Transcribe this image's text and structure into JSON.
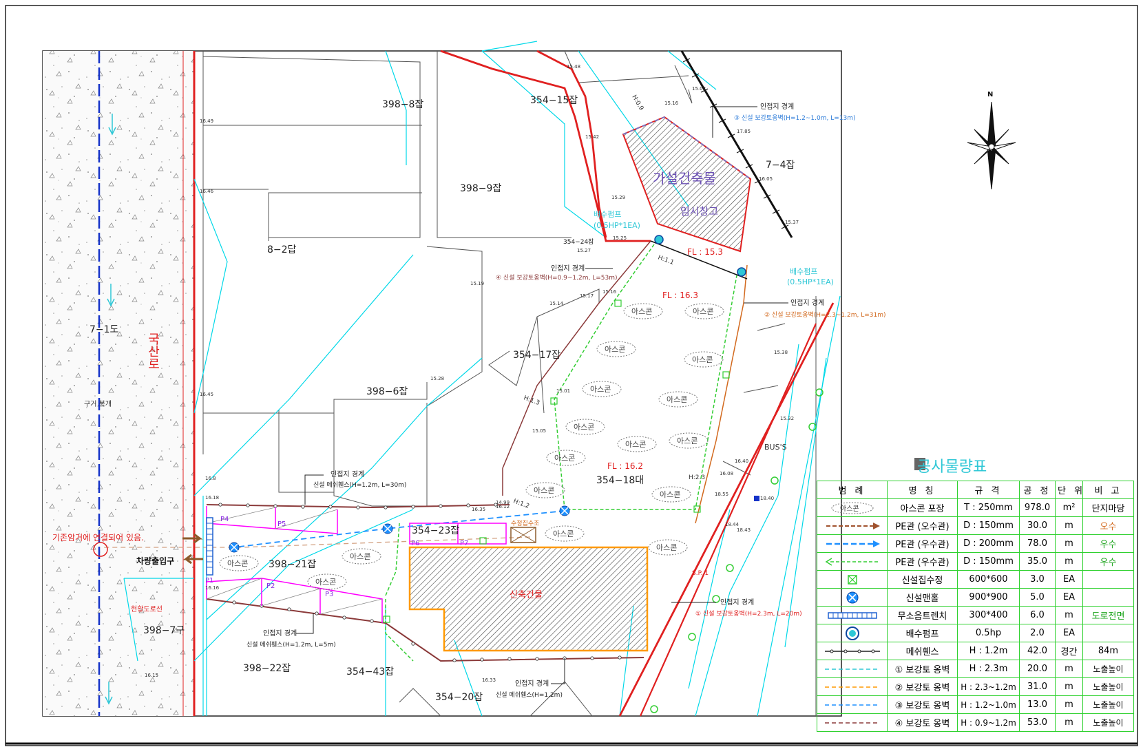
{
  "parcels": {
    "p398_8": "398−8잡",
    "p354_15": "354−15잡",
    "p398_9": "398−9잡",
    "p8_2": "8−2답",
    "p7_4": "7−4잡",
    "p354_24": "354−24잡",
    "p7_1": "7−1도",
    "p354_17": "354−17잡",
    "p398_6": "398−6잡",
    "p354_18": "354−18대",
    "p354_23": "354−23잡",
    "p398_21": "398−21잡",
    "p398_7": "398−7구",
    "p398_22": "398−22잡",
    "p354_43": "354−43잡",
    "p354_20": "354−20잡"
  },
  "labels": {
    "road_name": "국산로",
    "old_drain": "구거 복개",
    "temp_building": "가설건축물",
    "temp_storage": "임시창고",
    "new_building": "신축건물",
    "fl_top": "FL : 15.3",
    "fl_mid": "FL : 16.3",
    "fl_low": "FL : 16.2",
    "pump_1": "배수펌프",
    "pump_1_spec": "(0.5HP*1EA)",
    "pump_2": "배수펌프",
    "pump_2_spec": "(0.5HP*1EA)",
    "existing_conn": "기존암거에 연결되어 있음.",
    "entrance": "차량출입구",
    "current_road": "현황도로선",
    "bus": "BUS'S",
    "settling_tank": "수정집수조",
    "asphalt": "아스콘",
    "sp": "S.P. 1",
    "h_1_1": "H:1.1",
    "h_1_2": "H:1.2",
    "h_1_3": "H:1.3",
    "h_2_3": "H:2.3",
    "h_0_9": "H:0.9",
    "p1": "P1",
    "p2": "P2",
    "p3": "P3",
    "p4": "P4",
    "p5": "P5",
    "p6": "P6",
    "p7": "P7"
  },
  "callouts": {
    "c3_title": "인접지 경계",
    "c3_text": "③ 신설 보강토옹벽(H=1.2~1.0m, L=13m)",
    "c4_title": "인접지 경계",
    "c4_text": "④ 신설 보강토옹벽(H=0.9~1.2m, L=53m)",
    "c2_title": "인접지 경계",
    "c2_text": "② 신설 보강토옹벽(H=2.3~1.2m, L=31m)",
    "c_fence1_title": "인접지 경계",
    "c_fence1_text": "신설 메쉬휀스(H=1.2m, L=30m)",
    "c1_title": "인접지 경계",
    "c1_text": "① 신설 보강토옹벽(H=2.3m, L=20m)",
    "c_fence2_title": "인접지 경계",
    "c_fence2_text": "신설 메쉬휀스(H=1.2m, L=5m)",
    "c_fence3_title": "인접지 경계",
    "c_fence3_text": "신설 메쉬휀스(H=1.2m)"
  },
  "elevations": {
    "e1": "15.48",
    "e2": "15.02",
    "e3": "15.16",
    "e4": "15.42",
    "e5": "15.29",
    "e6": "15.25",
    "e7": "15.27",
    "e8": "15.19",
    "e9": "15.17",
    "e10": "15.14",
    "e11": "15.16",
    "e12": "15.28",
    "e13": "15.01",
    "e14": "15.05",
    "e15": "16.35",
    "e16": "14.99",
    "e17": "16.12",
    "e18": "15.38",
    "e19": "15.32",
    "e20": "16.40",
    "e21": "16.08",
    "e22": "18.55",
    "e23": "18.44",
    "e24": "18.43",
    "e25": "18.40",
    "e26": "16.16",
    "e27": "16.18",
    "e28": "16.8",
    "e29": "16.49",
    "e30": "16.46",
    "e31": "16.45",
    "e32": "16.33",
    "e33": "16.15",
    "e34": "17.85",
    "e35": "16.05",
    "e36": "15.37"
  },
  "table": {
    "title": "공사물량표",
    "headers": [
      "범 례",
      "명 칭",
      "규 격",
      "공 정",
      "단 위",
      "비 고"
    ],
    "rows": [
      {
        "name": "아스콘 포장",
        "spec": "T : 250mm",
        "qty": "978.0",
        "unit": "m²",
        "note": "단지마당",
        "sym": "asphalt"
      },
      {
        "name": "PE관 (오수관)",
        "spec": "D : 150mm",
        "qty": "30.0",
        "unit": "m",
        "note": "오수",
        "sym": "brown-arrow"
      },
      {
        "name": "PE관 (우수관)",
        "spec": "D : 200mm",
        "qty": "78.0",
        "unit": "m",
        "note": "우수",
        "sym": "blue-arrow"
      },
      {
        "name": "PE관 (우수관)",
        "spec": "D : 150mm",
        "qty": "35.0",
        "unit": "m",
        "note": "우수",
        "sym": "green-arrow"
      },
      {
        "name": "신설집수정",
        "spec": "600*600",
        "qty": "3.0",
        "unit": "EA",
        "note": "",
        "sym": "catch-basin"
      },
      {
        "name": "신설맨홀",
        "spec": "900*900",
        "qty": "5.0",
        "unit": "EA",
        "note": "",
        "sym": "manhole"
      },
      {
        "name": "무소음트렌치",
        "spec": "300*400",
        "qty": "6.0",
        "unit": "m",
        "note": "도로전면",
        "sym": "trench"
      },
      {
        "name": "배수펌프",
        "spec": "0.5hp",
        "qty": "2.0",
        "unit": "EA",
        "note": "",
        "sym": "pump"
      },
      {
        "name": "메쉬휀스",
        "spec": "H : 1.2m",
        "qty": "42.0",
        "unit": "경간",
        "note": "84m",
        "sym": "fence"
      },
      {
        "name": "① 보강토 옹벽",
        "spec": "H : 2.3m",
        "qty": "20.0",
        "unit": "m",
        "note": "노출높이",
        "sym": "wall1"
      },
      {
        "name": "② 보강토 옹벽",
        "spec": "H : 2.3~1.2m",
        "qty": "31.0",
        "unit": "m",
        "note": "노출높이",
        "sym": "wall2"
      },
      {
        "name": "③ 보강토 옹벽",
        "spec": "H : 1.2~1.0m",
        "qty": "13.0",
        "unit": "m",
        "note": "노출높이",
        "sym": "wall3"
      },
      {
        "name": "④ 보강토 옹벽",
        "spec": "H : 0.9~1.2m",
        "qty": "53.0",
        "unit": "m",
        "note": "노출높이",
        "sym": "wall4"
      }
    ]
  },
  "compass": "N",
  "colors": {
    "boundary": "#e02020",
    "parcel": "#00d8e8",
    "sewer": "#a0522d",
    "storm": "#1e90ff",
    "storm_small": "#32cd32",
    "fence": "#8b3a3a",
    "building": "#ff9900",
    "magenta": "#ff00ff"
  }
}
